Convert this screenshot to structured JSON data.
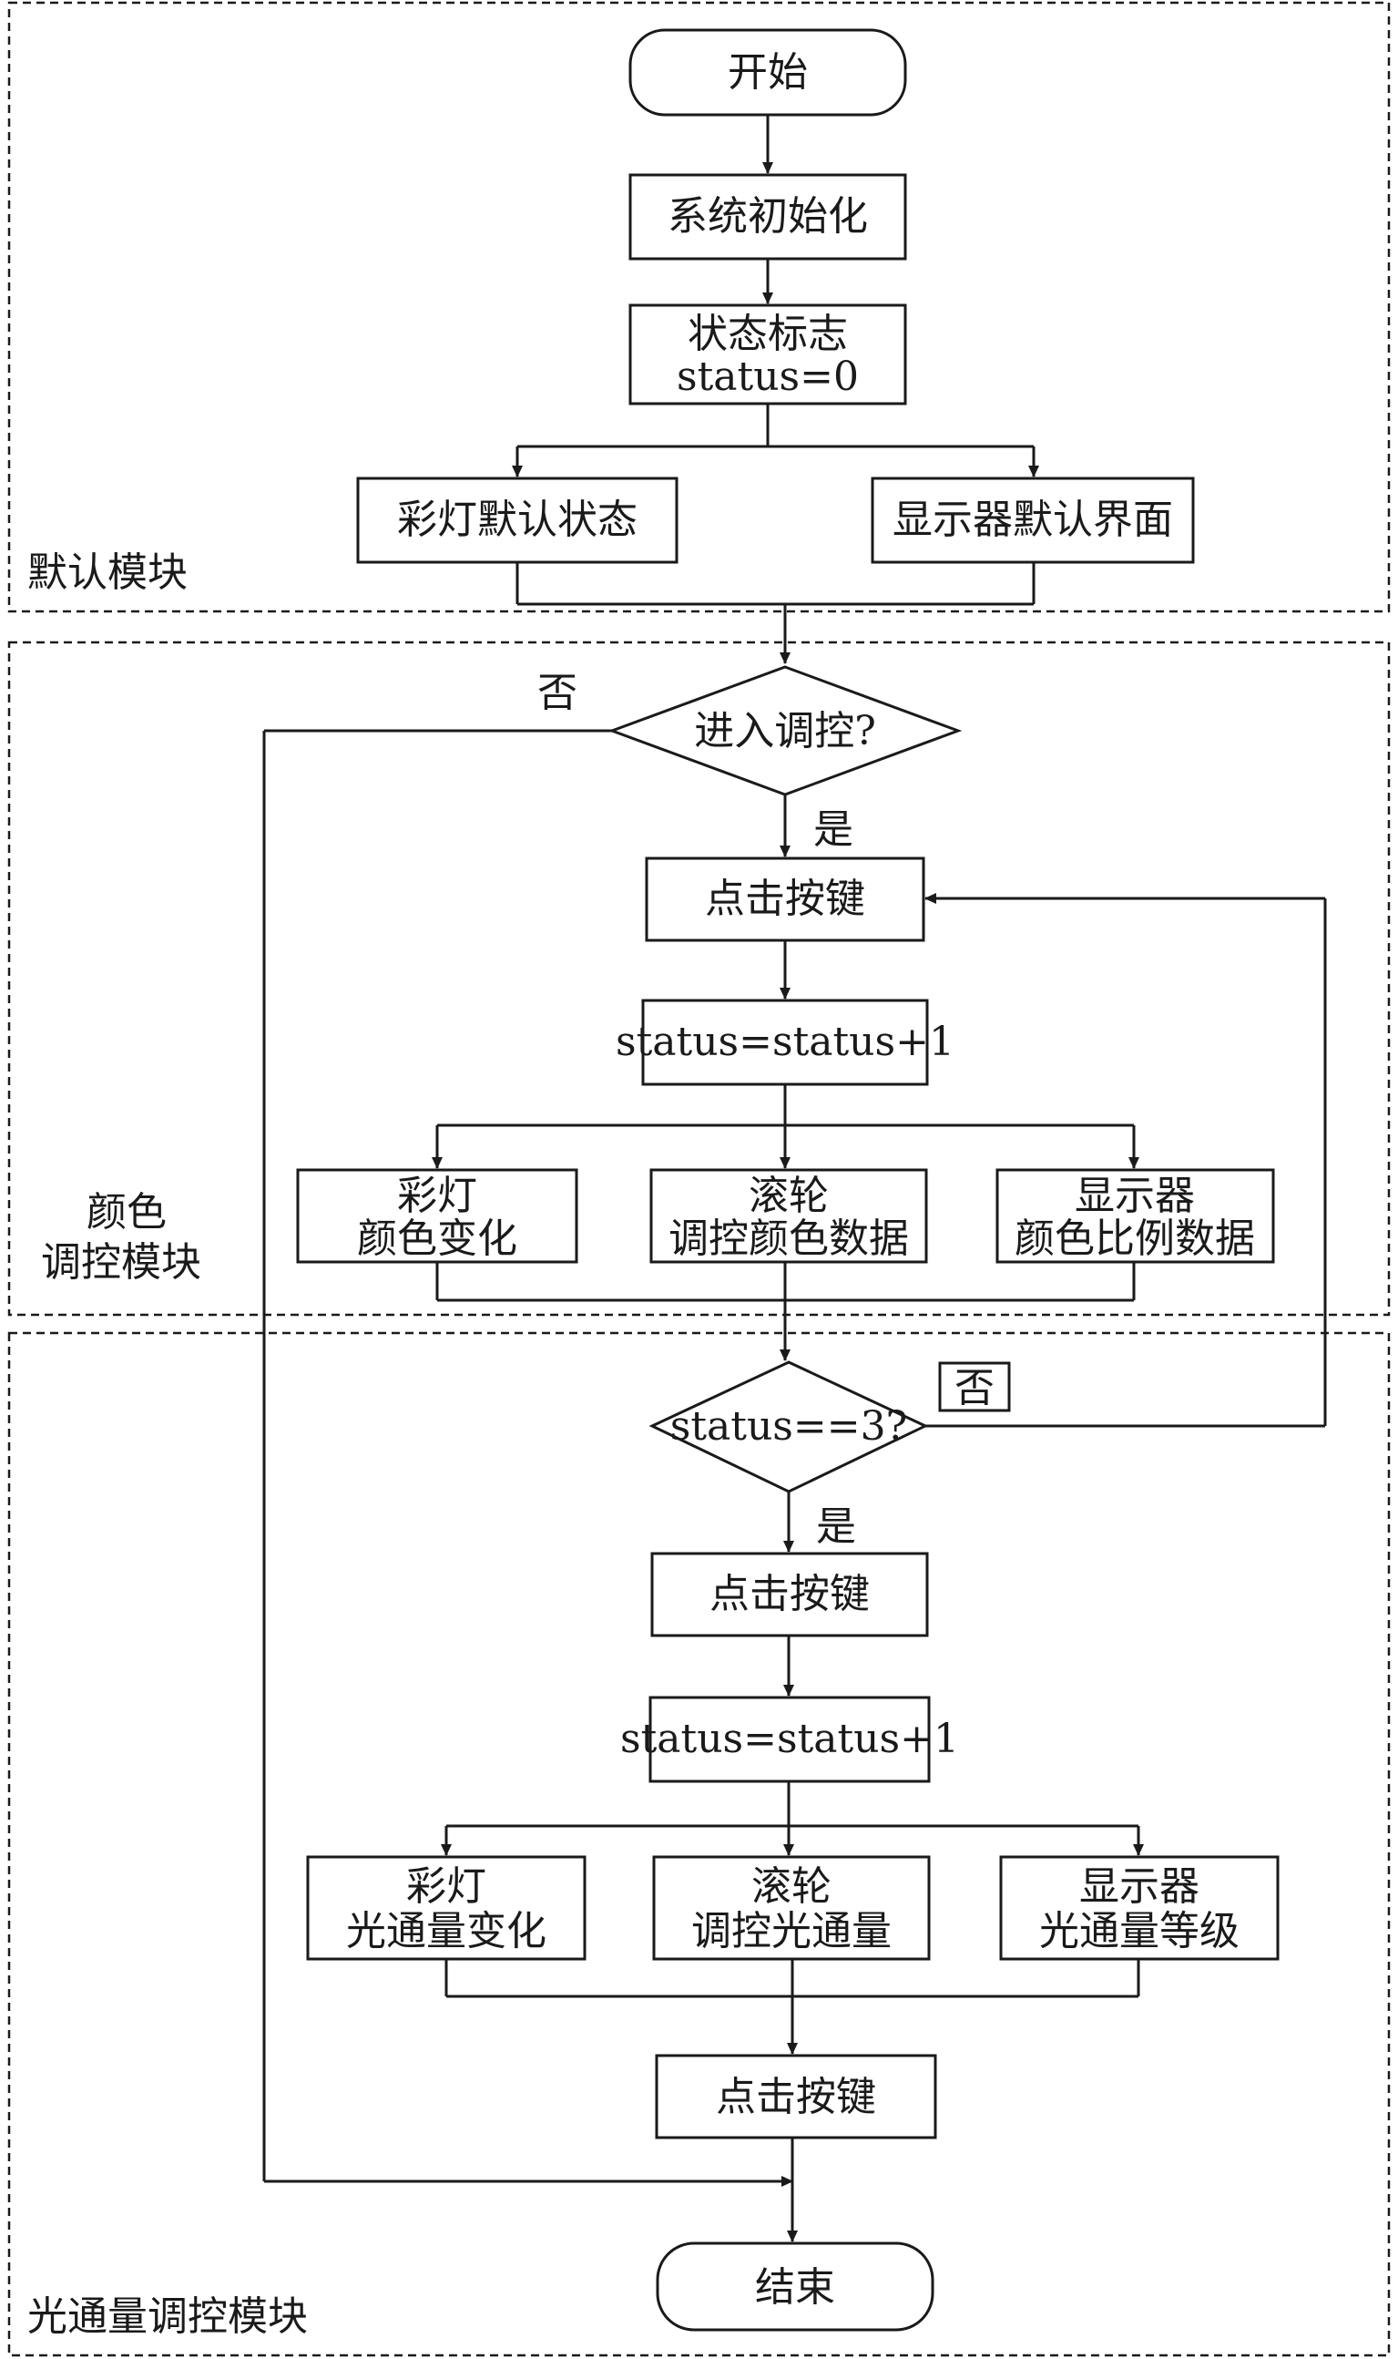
{
  "regions": {
    "default": "默认模块",
    "color_line1": "颜色",
    "color_line2": "调控模块",
    "flux": "光通量调控模块"
  },
  "nodes": {
    "start": "开始",
    "init": "系统初始化",
    "flag_line1": "状态标志",
    "flag_line2": "status=0",
    "lamp_default": "彩灯默认状态",
    "display_default": "显示器默认界面",
    "enter_decision": "进入调控?",
    "click1": "点击按键",
    "inc1": "status=status+1",
    "lamp_color_l1": "彩灯",
    "lamp_color_l2": "颜色变化",
    "wheel_color_l1": "滚轮",
    "wheel_color_l2": "调控颜色数据",
    "disp_color_l1": "显示器",
    "disp_color_l2": "颜色比例数据",
    "status_decision": "status==3?",
    "click2": "点击按键",
    "inc2": "status=status+1",
    "lamp_flux_l1": "彩灯",
    "lamp_flux_l2": "光通量变化",
    "wheel_flux_l1": "滚轮",
    "wheel_flux_l2": "调控光通量",
    "disp_flux_l1": "显示器",
    "disp_flux_l2": "光通量等级",
    "click3": "点击按键",
    "end": "结束"
  },
  "edges": {
    "no1": "否",
    "yes1": "是",
    "no2": "否",
    "yes2": "是"
  }
}
